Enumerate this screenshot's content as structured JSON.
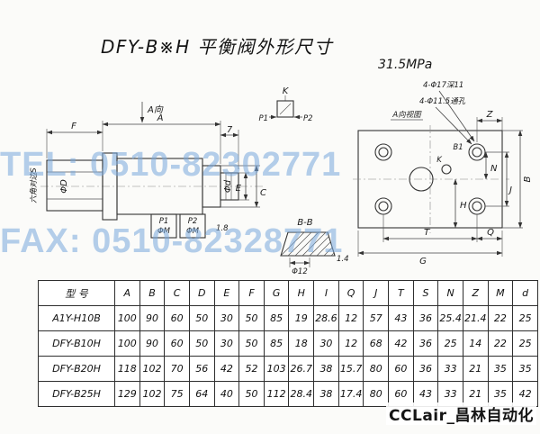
{
  "title": "DFY-B※H 平衡阀外形尺寸",
  "pressure": "31.5MPa",
  "watermark": {
    "tel": "TEL: 0510-82302771",
    "fax": "FAX: 0510-82328771"
  },
  "footer": "CCLair_昌林自动化",
  "drawing": {
    "labels": {
      "hex_flats": "六角对边S",
      "phi_D": "ΦD",
      "phi_d": "Φd",
      "dim_f": "F",
      "dim_a": "A",
      "dim_7": "7",
      "view_a_dir": "A向",
      "dim_e": "E",
      "dim_c": "C",
      "port_p1": "P1",
      "port_p1_m": "ΦM",
      "port_p2": "P2",
      "port_p2_m": "ΦM",
      "dim_1_8": "1.8",
      "sym_k": "K",
      "sym_p1": "P1",
      "sym_p2": "P2",
      "view_a_title": "A向视图",
      "note_cbore": "4-Φ17深11",
      "note_thru": "4-Φ11.5通孔",
      "dim_z": "Z",
      "dim_b1": "B1",
      "dim_n": "N",
      "dim_j": "J",
      "dim_b": "B",
      "dim_h": "H",
      "dim_t": "T",
      "dim_q": "Q",
      "dim_g": "G",
      "view_k": "K",
      "section_bb": "B-B",
      "dim_phi12": "Φ12",
      "dim_1_4": "1.4"
    }
  },
  "table": {
    "headers": [
      "型 号",
      "A",
      "B",
      "C",
      "D",
      "E",
      "F",
      "G",
      "H",
      "I",
      "Q",
      "J",
      "T",
      "S",
      "N",
      "Z",
      "M",
      "d"
    ],
    "rows": [
      [
        "A1Y-H10B",
        "100",
        "90",
        "60",
        "50",
        "30",
        "50",
        "85",
        "19",
        "28.6",
        "12",
        "57",
        "43",
        "36",
        "25.4",
        "21.4",
        "22",
        "25"
      ],
      [
        "DFY-B10H",
        "100",
        "90",
        "60",
        "50",
        "30",
        "50",
        "85",
        "18",
        "30",
        "12",
        "68",
        "42",
        "36",
        "25",
        "14",
        "22",
        "25"
      ],
      [
        "DFY-B20H",
        "118",
        "102",
        "70",
        "56",
        "42",
        "52",
        "103",
        "26.7",
        "38",
        "15.7",
        "80",
        "60",
        "36",
        "33",
        "21",
        "35",
        "35"
      ],
      [
        "DFY-B25H",
        "129",
        "102",
        "75",
        "64",
        "40",
        "50",
        "112",
        "28.4",
        "38",
        "17.4",
        "80",
        "60",
        "43",
        "33",
        "21",
        "35",
        "42"
      ]
    ]
  }
}
